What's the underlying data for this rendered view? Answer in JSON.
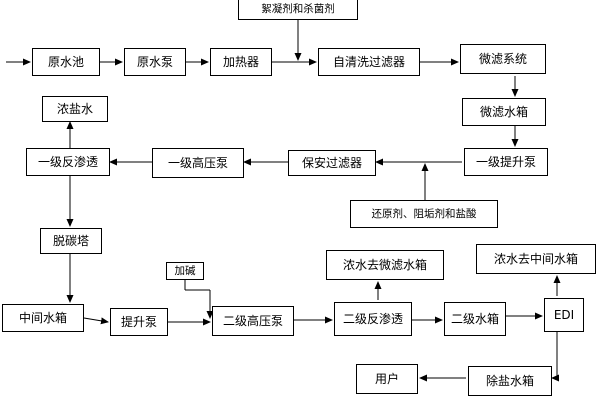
{
  "diagram": {
    "nodes": {
      "flocculant": "絮凝剂和杀菌剂",
      "raw_pool": "原水池",
      "raw_pump": "原水泵",
      "heater": "加热器",
      "self_clean_filter": "自清洗过滤器",
      "microfilter_system": "微滤系统",
      "microfilter_tank": "微滤水箱",
      "stage1_lift_pump": "一级提升泵",
      "security_filter": "保安过滤器",
      "reducer_chemicals": "还原剂、阻垢剂和盐酸",
      "stage1_hp_pump": "一级高压泵",
      "stage1_ro": "一级反渗透",
      "brine": "浓盐水",
      "decarbonizer": "脱碳塔",
      "intermediate_tank": "中间水箱",
      "lift_pump": "提升泵",
      "add_alkali": "加碱",
      "stage2_hp_pump": "二级高压泵",
      "concentrate_to_microfilter": "浓水去微滤水箱",
      "stage2_ro": "二级反渗透",
      "stage2_tank": "二级水箱",
      "concentrate_to_intermediate": "浓水去中间水箱",
      "edi": "EDI",
      "demin_tank": "除盐水箱",
      "user": "用户"
    }
  }
}
